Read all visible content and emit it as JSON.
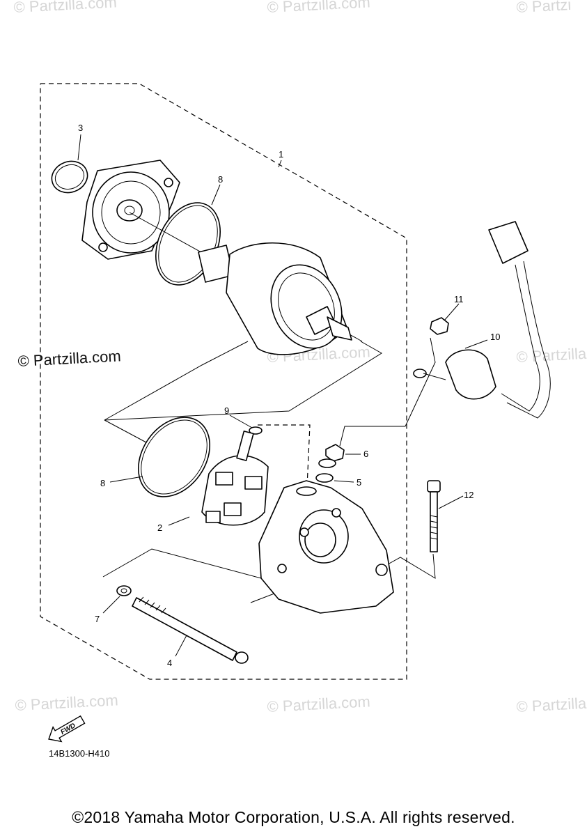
{
  "watermarks": {
    "top_left": "© Partzilla.com",
    "top_center": "© Partzilla.com",
    "top_right": "© Partzi",
    "mid_left_dark": "© Partzilla.com",
    "mid_center": "© Partzilla.com",
    "mid_right": "© Partzilla.",
    "bottom_left": "© Partzilla.com",
    "bottom_center": "© Partzilla.com",
    "bottom_right": "© Partzilla."
  },
  "callouts": {
    "c1": "1",
    "c2": "2",
    "c3": "3",
    "c4": "4",
    "c5": "5",
    "c6": "6",
    "c7": "7",
    "c8a": "8",
    "c8b": "8",
    "c9": "9",
    "c10": "10",
    "c11": "11",
    "c12": "12"
  },
  "fwd_label": "FWD",
  "drawing_code": "14B1300-H410",
  "copyright": "©2018 Yamaha Motor Corporation, U.S.A. All rights reserved."
}
